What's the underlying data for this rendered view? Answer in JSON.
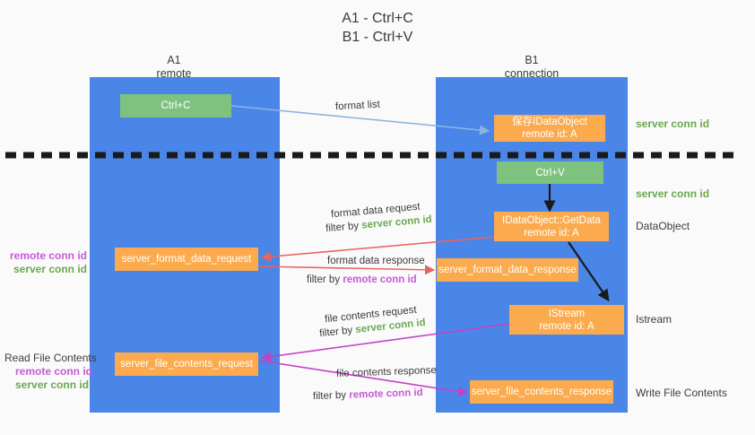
{
  "title": "A1 - Ctrl+C\nB1 - Ctrl+V",
  "columns": [
    {
      "name": "A1",
      "sub": "remote",
      "header": "A1\nremote"
    },
    {
      "name": "B1",
      "sub": "connection",
      "header": "B1\nconnection"
    }
  ],
  "colors": {
    "lane": "#4a86e8",
    "green_box": "#7dc37f",
    "orange_box": "#fbab4e",
    "green_text": "#6aa84f",
    "purple_text": "#c55ad6",
    "red_arrow": "#e8645e",
    "magenta_arrow": "#c341c3",
    "blue_arrow": "#8cb3e0",
    "black": "#1a1a1a",
    "background": "#fafafa"
  },
  "boxes": {
    "ctrl_c": "Ctrl+C",
    "ctrl_v": "Ctrl+V",
    "save_idataobject": "保存IDataObject\nremote id: A",
    "getdata": "IDataObject::GetData\nremote id: A",
    "istream": "IStream\nremote id: A",
    "format_data_request": "server_format_data_request",
    "format_data_response": "server_format_data_response",
    "file_contents_request": "server_file_contents_request",
    "file_contents_response": "server_file_contents_response"
  },
  "right_labels": {
    "server_conn_id_top": "server conn id",
    "server_conn_id_mid": "server conn id",
    "dataobject": "DataObject",
    "istream": "Istream",
    "write_file_contents": "Write File Contents"
  },
  "left_labels": {
    "format_remote": "remote conn id",
    "format_server": "server conn id",
    "read_file_contents": "Read File Contents",
    "file_remote": "remote conn id",
    "file_server": "server conn id"
  },
  "arrow_captions": {
    "format_list": "format list",
    "format_data_request_line1": "format data request",
    "format_data_request_filter_prefix": "filter by ",
    "format_data_request_filter_value": "server conn id",
    "format_data_response_line1": "format data response",
    "format_data_response_filter_prefix": "filter by ",
    "format_data_response_filter_value": "remote conn id",
    "file_contents_request_line1": "file contents request",
    "file_contents_request_filter_prefix": "filter by ",
    "file_contents_request_filter_value": "server conn id",
    "file_contents_response_line1": "file contents response",
    "file_contents_response_filter_prefix": "filter by ",
    "file_contents_response_filter_value": "remote conn id"
  }
}
